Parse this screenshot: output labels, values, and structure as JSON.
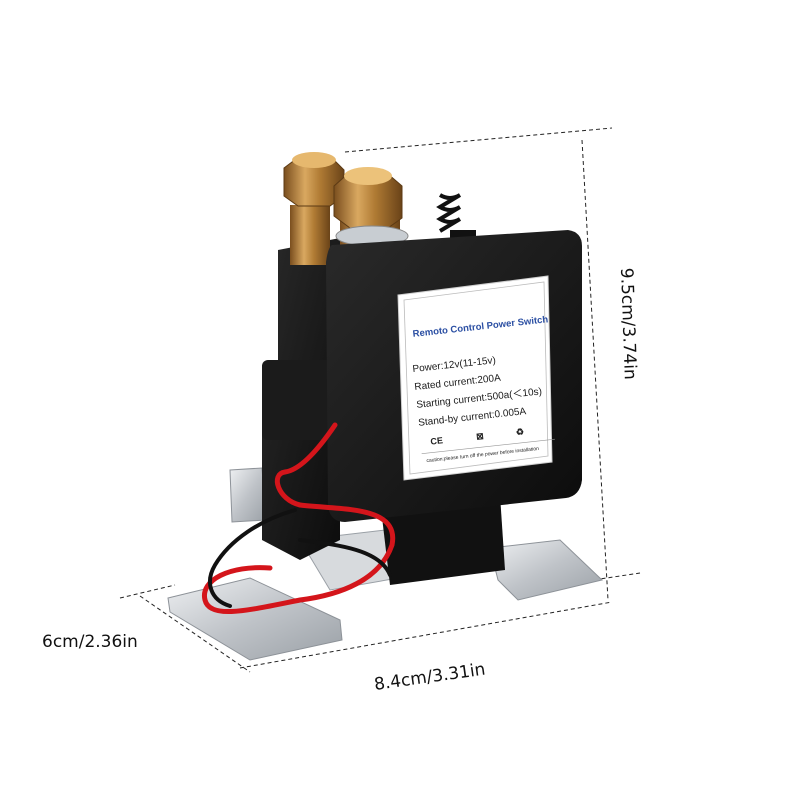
{
  "dimensions": {
    "height": "9.5cm/3.74in",
    "width": "8.4cm/3.31in",
    "depth": "6cm/2.36in"
  },
  "label": {
    "title": "Remoto Control Power Switch",
    "lines": [
      "Power:12v(11-15v)",
      "Rated current:200A",
      "Starting current:500a(＜10s)",
      "Stand-by current:0.005A"
    ],
    "marks": [
      "CE",
      "⊠",
      "♻"
    ],
    "caution": "caution:please turn off the power before installation"
  },
  "colors": {
    "body": "#151515",
    "terminal": "#b8863a",
    "wire_red": "#d4151b",
    "wire_black": "#111111",
    "bracket": "#cfd2d6"
  }
}
